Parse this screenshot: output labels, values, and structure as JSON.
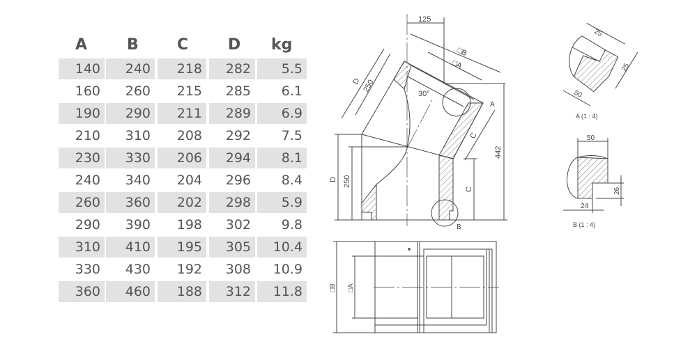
{
  "table": {
    "headers": [
      "A",
      "B",
      "C",
      "D",
      "kg"
    ],
    "rows": [
      [
        "140",
        "240",
        "218",
        "282",
        "5.5"
      ],
      [
        "160",
        "260",
        "215",
        "285",
        "6.1"
      ],
      [
        "190",
        "290",
        "211",
        "289",
        "6.9"
      ],
      [
        "210",
        "310",
        "208",
        "292",
        "7.5"
      ],
      [
        "230",
        "330",
        "206",
        "294",
        "8.1"
      ],
      [
        "240",
        "340",
        "204",
        "296",
        "8.4"
      ],
      [
        "260",
        "360",
        "202",
        "298",
        "5.9"
      ],
      [
        "290",
        "390",
        "198",
        "302",
        "9.8"
      ],
      [
        "310",
        "410",
        "195",
        "305",
        "10.4"
      ],
      [
        "330",
        "430",
        "192",
        "308",
        "10.9"
      ],
      [
        "360",
        "460",
        "188",
        "312",
        "11.8"
      ]
    ]
  },
  "drawing": {
    "dim_125": "125",
    "dim_b": "□B",
    "dim_a": "□A",
    "dim_d_upper": "D",
    "dim_250_upper": "250",
    "angle": "30°",
    "dim_c_upper": "C",
    "dim_442": "442",
    "dim_d_lower": "D",
    "dim_250_lower": "250",
    "dim_c_lower": "C",
    "marker_a": "A",
    "marker_b": "B",
    "bottom_dim_b": "□B",
    "bottom_dim_a": "□A",
    "detail_a": {
      "title": "A (1 : 4)",
      "dim1": "25",
      "dim2": "25",
      "dim3": "50"
    },
    "detail_b": {
      "title": "B (1 : 4)",
      "dim1": "50",
      "dim2": "26",
      "dim3": "24"
    }
  },
  "colors": {
    "row_shade": "#e2e2e2",
    "text": "#555555",
    "line": "#444444"
  }
}
